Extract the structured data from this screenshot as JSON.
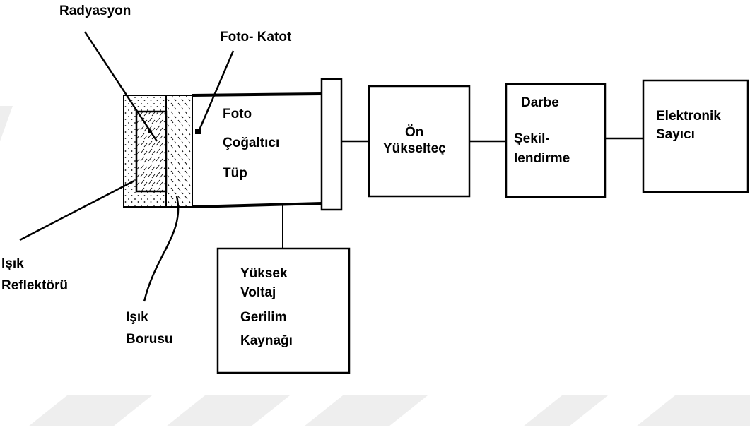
{
  "diagram": {
    "labels": {
      "radyasyon": "Radyasyon",
      "foto_katot": "Foto- Katot",
      "tube_line1": "Foto",
      "tube_line2": "Çoğaltıcı",
      "tube_line3": "Tüp",
      "on_line1": "Ön",
      "on_line2": "Yükselteç",
      "darbe_line1": "Darbe",
      "darbe_line2": "Şekil-",
      "darbe_line3": "lendirme",
      "sayici_line1": "Elektronik",
      "sayici_line2": "Sayıcı",
      "hv_line1": "Yüksek",
      "hv_line2": "Voltaj",
      "hv_line3": "Gerilim",
      "hv_line4": "Kaynağı",
      "reflektor_line1": "Işık",
      "reflektor_line2": "Reflektörü",
      "borusu_line1": "Işık",
      "borusu_line2": "Borusu"
    }
  }
}
